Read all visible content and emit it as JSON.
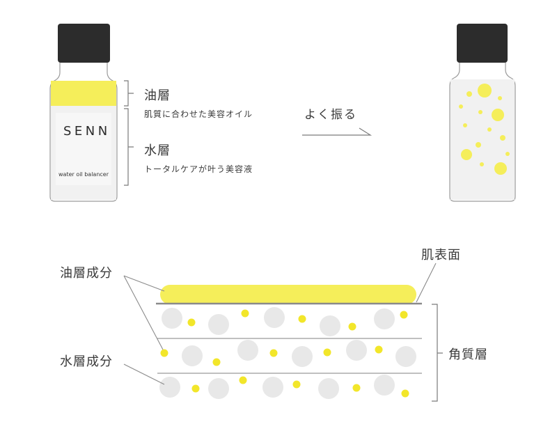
{
  "bottle": {
    "brand": "SENN",
    "subtitle": "water oil balancer"
  },
  "top_labels": {
    "oil_layer": "油層",
    "oil_layer_desc": "肌質に合わせた美容オイル",
    "water_layer": "水層",
    "water_layer_desc": "トータルケアが叶う美容液",
    "shake": "よく振る"
  },
  "bottom_labels": {
    "skin_surface": "肌表面",
    "oil_component": "油層成分",
    "water_component": "水層成分",
    "stratum_corneum": "角質層"
  },
  "colors": {
    "oil_yellow": "#f5ee5a",
    "dot_yellow": "#f2e62a",
    "cell_gray": "#e8e8e8",
    "cap_black": "#2c2c2c",
    "line_gray": "#8a8a8a"
  }
}
